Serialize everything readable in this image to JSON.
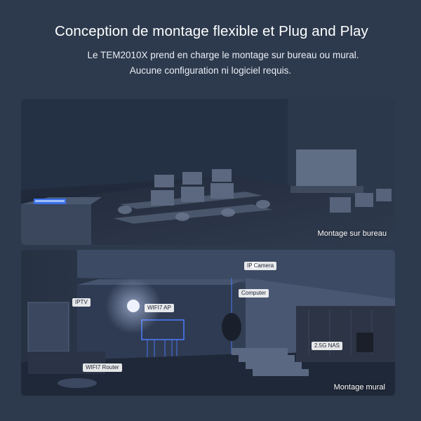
{
  "header": {
    "title": "Conception de montage flexible et Plug and Play",
    "subtitle_line1": "Le TEM2010X prend en charge le montage sur bureau ou mural.",
    "subtitle_line2": "Aucune configuration ni logiciel requis."
  },
  "desk_panel": {
    "caption": "Montage sur bureau"
  },
  "wall_panel": {
    "caption": "Montage mural",
    "labels": {
      "ip_camera": "IP Camera",
      "computer": "Computer",
      "iptv": "IPTV",
      "wifi7_ap": "WIFI7 AP",
      "nas": "2.5G NAS",
      "wifi7_router": "WIFI7 Router"
    }
  },
  "colors": {
    "background": "#2d3a4d",
    "panel_dark": "#1c2636",
    "accent_blue": "#4f7dff"
  }
}
